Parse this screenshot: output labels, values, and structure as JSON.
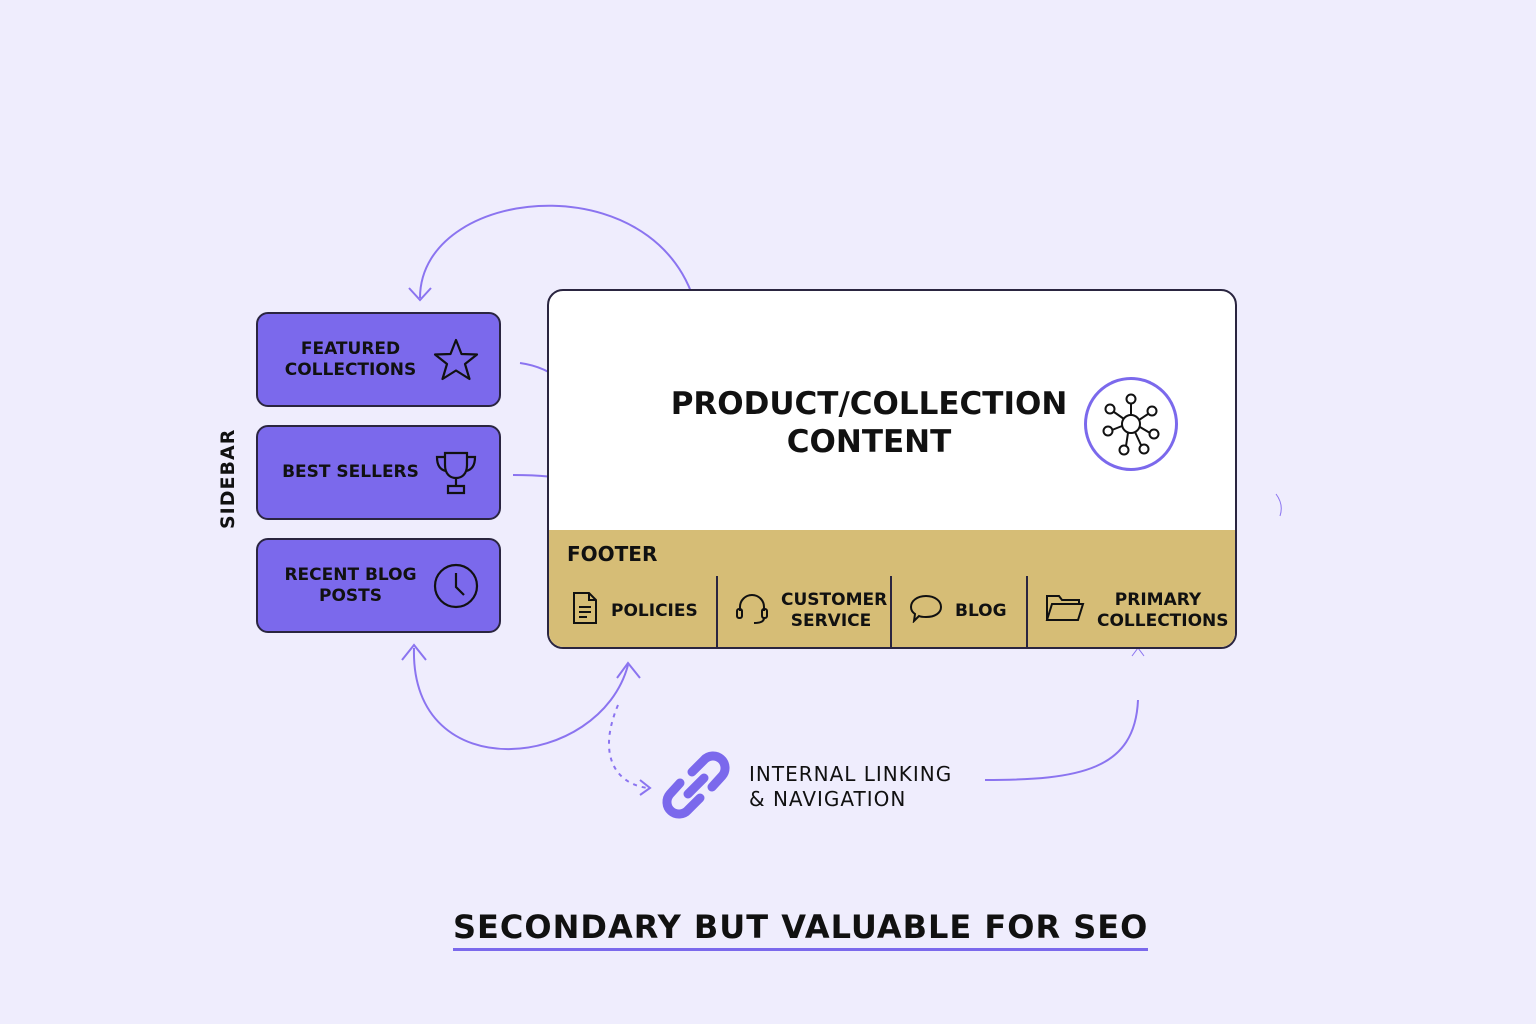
{
  "colors": {
    "background": "#efedfd",
    "accent": "#7b69ec",
    "footer": "#d6bd76"
  },
  "sidebar": {
    "label": "SIDEBAR",
    "items": [
      {
        "label": "FEATURED COLLECTIONS",
        "icon": "star-icon"
      },
      {
        "label": "BEST SELLERS",
        "icon": "trophy-icon"
      },
      {
        "label": "RECENT BLOG POSTS",
        "icon": "clock-icon"
      }
    ]
  },
  "main": {
    "title": "PRODUCT/COLLECTION CONTENT",
    "icon": "network-hub-icon"
  },
  "footer": {
    "title": "FOOTER",
    "items": [
      {
        "label": "POLICIES",
        "icon": "document-icon"
      },
      {
        "label": "CUSTOMER SERVICE",
        "icon": "headset-icon"
      },
      {
        "label": "BLOG",
        "icon": "speech-bubble-icon"
      },
      {
        "label": "PRIMARY COLLECTIONS",
        "icon": "folder-icon"
      }
    ]
  },
  "linking": {
    "line1": "INTERNAL LINKING",
    "line2": "& NAVIGATION",
    "icon": "chain-link-icon"
  },
  "caption": "SECONDARY BUT VALUABLE FOR SEO"
}
